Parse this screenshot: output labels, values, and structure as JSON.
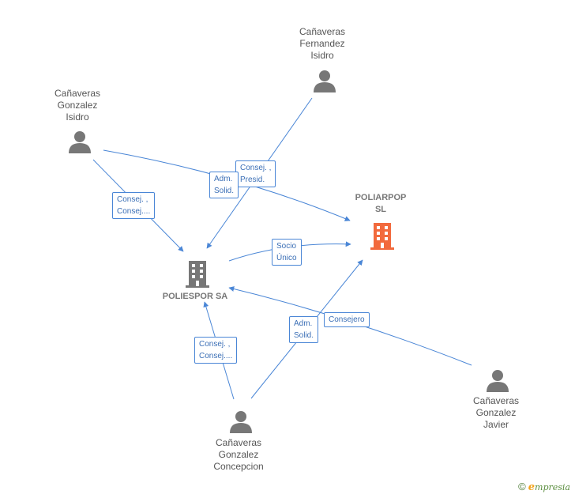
{
  "nodes": {
    "fernandez_isidro": {
      "name": "Cañaveras Fernandez Isidro",
      "lines": [
        "Cañaveras",
        "Fernandez",
        "Isidro"
      ]
    },
    "gonzalez_isidro": {
      "name": "Cañaveras Gonzalez Isidro",
      "lines": [
        "Cañaveras",
        "Gonzalez",
        "Isidro"
      ]
    },
    "gonzalez_javier": {
      "name": "Cañaveras Gonzalez Javier",
      "lines": [
        "Cañaveras",
        "Gonzalez",
        "Javier"
      ]
    },
    "gonzalez_concepcion": {
      "name": "Cañaveras Gonzalez Concepcion",
      "lines": [
        "Cañaveras",
        "Gonzalez",
        "Concepcion"
      ]
    },
    "poliarpop": {
      "lines": [
        "POLIARPOP",
        "SL"
      ],
      "icon": "building-icon",
      "color": "#f26a3d"
    },
    "poliespor": {
      "lines": [
        "POLIESPOR SA"
      ],
      "icon": "building-icon",
      "color": "#777777"
    }
  },
  "edges": {
    "fernandez_to_poliespor": {
      "lines": [
        "Consej. ,",
        "Presid."
      ]
    },
    "gonzalez_isidro_to_poliarpop": {
      "lines": [
        "Adm.",
        "Solid."
      ]
    },
    "gonzalez_isidro_to_poliespor": {
      "lines": [
        "Consej. ,",
        "Consej...."
      ]
    },
    "poliespor_to_poliarpop": {
      "lines": [
        "Socio",
        "Único"
      ]
    },
    "concepcion_to_poliarpop": {
      "lines": [
        "Adm.",
        "Solid."
      ]
    },
    "javier_to_poliespor": {
      "lines": [
        "Consejero"
      ]
    },
    "concepcion_to_poliespor": {
      "lines": [
        "Consej. ,",
        "Consej...."
      ]
    }
  },
  "colors": {
    "edge": "#4a86d6",
    "person": "#777777"
  },
  "brand": {
    "copyright": "©",
    "e": "e",
    "rest": "mpresia"
  }
}
